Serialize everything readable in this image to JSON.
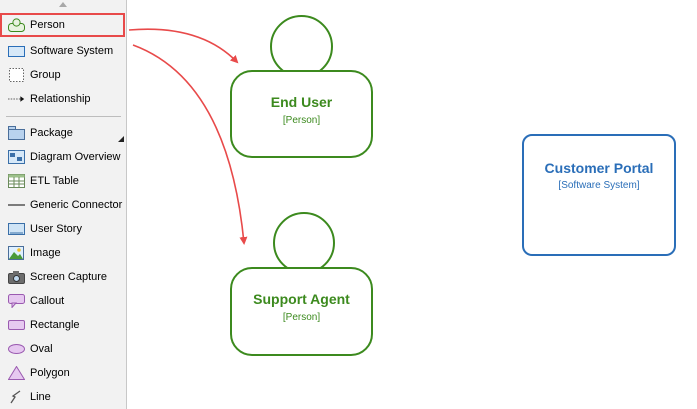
{
  "palette": {
    "items": [
      {
        "label": "Person",
        "icon": "person-icon"
      },
      {
        "label": "Software System",
        "icon": "software-system-icon"
      },
      {
        "label": "Group",
        "icon": "group-icon"
      },
      {
        "label": "Relationship",
        "icon": "relationship-icon"
      },
      {
        "label": "Package",
        "icon": "package-icon"
      },
      {
        "label": "Diagram Overview",
        "icon": "diagram-overview-icon"
      },
      {
        "label": "ETL Table",
        "icon": "etl-table-icon"
      },
      {
        "label": "Generic Connector",
        "icon": "generic-connector-icon"
      },
      {
        "label": "User Story",
        "icon": "user-story-icon"
      },
      {
        "label": "Image",
        "icon": "image-icon"
      },
      {
        "label": "Screen Capture",
        "icon": "screen-capture-icon"
      },
      {
        "label": "Callout",
        "icon": "callout-icon"
      },
      {
        "label": "Rectangle",
        "icon": "rectangle-icon"
      },
      {
        "label": "Oval",
        "icon": "oval-icon"
      },
      {
        "label": "Polygon",
        "icon": "polygon-icon"
      },
      {
        "label": "Line",
        "icon": "line-icon"
      }
    ],
    "selected": "Person"
  },
  "diagram": {
    "end_user": {
      "title": "End User",
      "type": "[Person]"
    },
    "support_agent": {
      "title": "Support Agent",
      "type": "[Person]"
    },
    "customer_portal": {
      "title": "Customer Portal",
      "type": "[Software System]"
    }
  },
  "colors": {
    "person": "#3c8a1e",
    "software_system": "#2a6eb8",
    "highlight": "#e84a4a"
  }
}
